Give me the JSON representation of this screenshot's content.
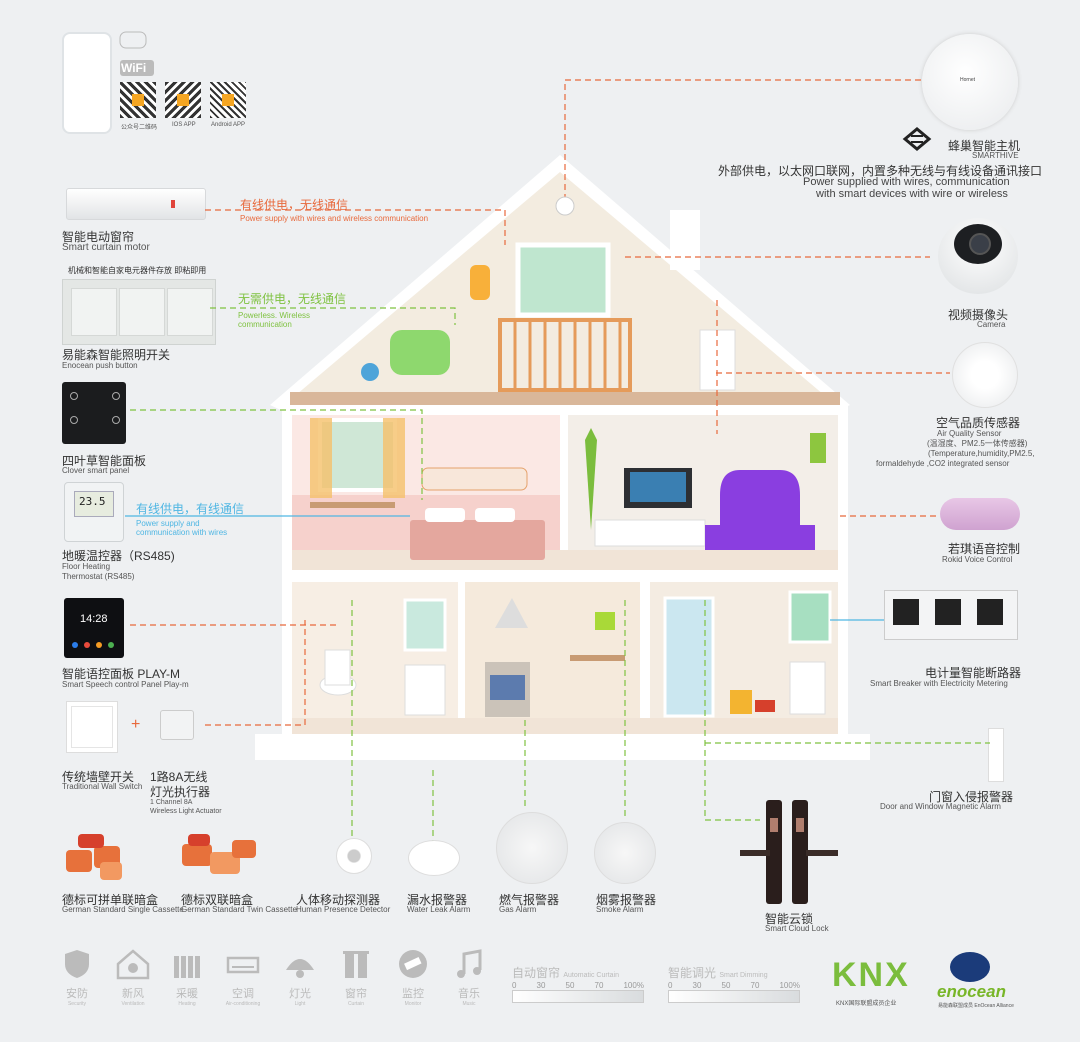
{
  "top_left": {
    "qr_captions": [
      "公众号二维码",
      "IOS APP",
      "Android APP"
    ],
    "wifi_text": "WiFi"
  },
  "hub": {
    "brand": "Hornet",
    "cn": "蜂巢智能主机",
    "en": "SMARTHIVE",
    "desc_cn": "外部供电，以太网口联网，内置多种无线与有线设备通讯接口",
    "desc_en1": "Power supplied with wires, communication",
    "desc_en2": "with smart devices with wire or wireless"
  },
  "left": {
    "curtain_cn": "智能电动窗帘",
    "curtain_en": "Smart curtain motor",
    "wired_cn": "有线供电，无线通信",
    "wired_en": "Power supply with wires and wireless communication",
    "panel_note": "机械和智能自家电元器件存放 即粘即用",
    "wireless_cn": "无需供电，无线通信",
    "wireless_en1": "Powerless. Wireless",
    "wireless_en2": "communication",
    "enocean_cn": "易能森智能照明开关",
    "enocean_en": "Enocean push button",
    "clover_cn": "四叶草智能面板",
    "clover_en": "Clover smart panel",
    "wired2_cn": "有线供电，有线通信",
    "wired2_en1": "Power supply and",
    "wired2_en2": "communication with wires",
    "thermo_value": "23.5",
    "thermo_cn": "地暖温控器（RS485)",
    "thermo_en1": "Floor Heating",
    "thermo_en2": "Thermostat (RS485)",
    "play_time": "14:28",
    "play_cn": "智能语控面板 PLAY-M",
    "play_en": "Smart Speech control Panel Play-m",
    "trad_cn": "传统墙壁开关",
    "trad_en": "Traditional Wall Switch",
    "plus": "+",
    "act_cn1": "1路8A无线",
    "act_cn2": "灯光执行器",
    "act_en1": "1 Channel 8A",
    "act_en2": "Wireless Light Actuator"
  },
  "right": {
    "camera_cn": "视频摄像头",
    "camera_en": "Camera",
    "air_cn": "空气品质传感器",
    "air_en1": "Air Quality Sensor",
    "air_en2": "(温湿度、PM2.5一体传感器)",
    "air_en3": "(Temperature,humidity,PM2.5,",
    "air_en4": "formaldehyde ,CO2 integrated sensor",
    "rokid_cn": "若琪语音控制",
    "rokid_en": "Rokid Voice Control",
    "breaker_cn": "电计量智能断路器",
    "breaker_en": "Smart Breaker with Electricity Metering",
    "door_cn": "门窗入侵报警器",
    "door_en": "Door and Window Magnetic Alarm"
  },
  "bottom_devices": [
    {
      "cn": "德标可拼单联暗盒",
      "en": "German Standard Single Cassette"
    },
    {
      "cn": "德标双联暗盒",
      "en": "German Standard Twin Cassette"
    },
    {
      "cn": "人体移动探测器",
      "en": "Human Presence Detector"
    },
    {
      "cn": "漏水报警器",
      "en": "Water Leak Alarm"
    },
    {
      "cn": "燃气报警器",
      "en": "Gas Alarm"
    },
    {
      "cn": "烟雾报警器",
      "en": "Smoke Alarm"
    },
    {
      "cn": "智能云锁",
      "en": "Smart Cloud Lock"
    }
  ],
  "categories": [
    {
      "cn": "安防",
      "en": "Security",
      "icon": "shield-icon"
    },
    {
      "cn": "新风",
      "en": "Ventilation",
      "icon": "house-fan-icon"
    },
    {
      "cn": "采暖",
      "en": "Heating",
      "icon": "radiator-icon"
    },
    {
      "cn": "空调",
      "en": "Air-conditioning",
      "icon": "ac-icon"
    },
    {
      "cn": "灯光",
      "en": "Light",
      "icon": "lamp-icon"
    },
    {
      "cn": "窗帘",
      "en": "Curtain",
      "icon": "curtain-icon"
    },
    {
      "cn": "监控",
      "en": "Monitor",
      "icon": "camera-icon"
    },
    {
      "cn": "音乐",
      "en": "Music",
      "icon": "music-icon"
    }
  ],
  "sliders": [
    {
      "cn": "自动窗帘",
      "en": "Automatic Curtain",
      "ticks": [
        "0",
        "30",
        "50",
        "70",
        "100%"
      ]
    },
    {
      "cn": "智能调光",
      "en": "Smart Dimming",
      "ticks": [
        "0",
        "30",
        "50",
        "70",
        "100%"
      ]
    }
  ],
  "logos": {
    "knx": "KNX",
    "knx_sub": "KNX国际联盟成员企业",
    "enocean": "enocean",
    "enocean_sub": "易能森联盟成员 EnOcean Alliance"
  },
  "colors": {
    "orange": "#e8693c",
    "green": "#7fc241",
    "blue": "#4fb6e3"
  }
}
